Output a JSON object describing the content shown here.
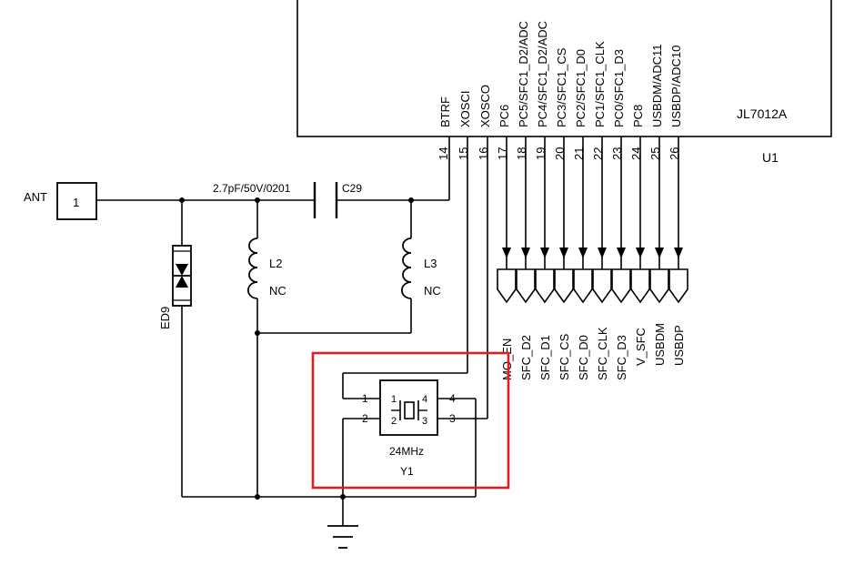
{
  "chip": {
    "part": "JL7012A",
    "ref": "U1",
    "pins": [
      {
        "num": "14",
        "name": "BTRF"
      },
      {
        "num": "15",
        "name": "XOSCI"
      },
      {
        "num": "16",
        "name": "XOSCO"
      },
      {
        "num": "17",
        "name": "PC6"
      },
      {
        "num": "18",
        "name": "PC5/SFC1_D2/ADC"
      },
      {
        "num": "19",
        "name": "PC4/SFC1_D2/ADC"
      },
      {
        "num": "20",
        "name": "PC3/SFC1_CS"
      },
      {
        "num": "21",
        "name": "PC2/SFC1_D0"
      },
      {
        "num": "22",
        "name": "PC1/SFC1_CLK"
      },
      {
        "num": "23",
        "name": "PC0/SFC1_D3"
      },
      {
        "num": "24",
        "name": "PC8"
      },
      {
        "num": "25",
        "name": "USBDM/ADC11"
      },
      {
        "num": "26",
        "name": "USBDP/ADC10"
      }
    ]
  },
  "net_labels": [
    "MO_EN",
    "SFC_D2",
    "SFC_D1",
    "SFC_CS",
    "SFC_D0",
    "SFC_CLK",
    "SFC_D3",
    "V_SFC",
    "USBDM",
    "USBDP"
  ],
  "antenna": {
    "label": "ANT",
    "pin": "1"
  },
  "capacitor": {
    "ref": "C29",
    "value": "2.7pF/50V/0201"
  },
  "inductors": [
    {
      "ref": "L2",
      "value": "NC"
    },
    {
      "ref": "L3",
      "value": "NC"
    }
  ],
  "esd": {
    "ref": "ED9"
  },
  "crystal": {
    "ref": "Y1",
    "freq": "24MHz",
    "pins": [
      "1",
      "2",
      "4",
      "3"
    ],
    "inner_pins": [
      "1",
      "2",
      "4",
      "3"
    ]
  },
  "highlight_color": "#e02020"
}
